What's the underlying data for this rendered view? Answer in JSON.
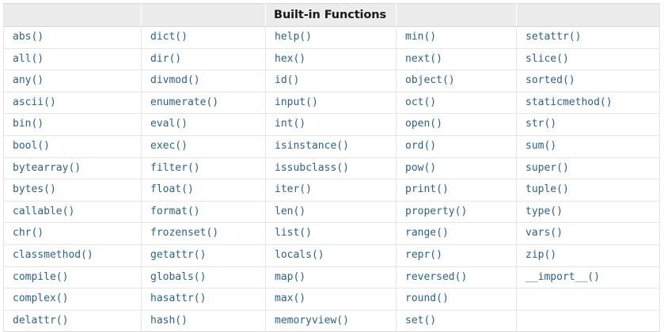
{
  "table": {
    "title": "Built-in Functions",
    "title_column_index": 2,
    "header_cells": [
      "",
      "",
      "Built-in Functions",
      "",
      ""
    ],
    "columns": 5,
    "rows": 14,
    "text_color": "#2a6099",
    "header_background": "#ececec",
    "header_text_color": "#1a1a1a",
    "border_color": "#e6e6e6",
    "body_rows": [
      [
        "abs()",
        "dict()",
        "help()",
        "min()",
        "setattr()"
      ],
      [
        "all()",
        "dir()",
        "hex()",
        "next()",
        "slice()"
      ],
      [
        "any()",
        "divmod()",
        "id()",
        "object()",
        "sorted()"
      ],
      [
        "ascii()",
        "enumerate()",
        "input()",
        "oct()",
        "staticmethod()"
      ],
      [
        "bin()",
        "eval()",
        "int()",
        "open()",
        "str()"
      ],
      [
        "bool()",
        "exec()",
        "isinstance()",
        "ord()",
        "sum()"
      ],
      [
        "bytearray()",
        "filter()",
        "issubclass()",
        "pow()",
        "super()"
      ],
      [
        "bytes()",
        "float()",
        "iter()",
        "print()",
        "tuple()"
      ],
      [
        "callable()",
        "format()",
        "len()",
        "property()",
        "type()"
      ],
      [
        "chr()",
        "frozenset()",
        "list()",
        "range()",
        "vars()"
      ],
      [
        "classmethod()",
        "getattr()",
        "locals()",
        "repr()",
        "zip()"
      ],
      [
        "compile()",
        "globals()",
        "map()",
        "reversed()",
        "__import__()"
      ],
      [
        "complex()",
        "hasattr()",
        "max()",
        "round()",
        ""
      ],
      [
        "delattr()",
        "hash()",
        "memoryview()",
        "set()",
        ""
      ]
    ]
  }
}
